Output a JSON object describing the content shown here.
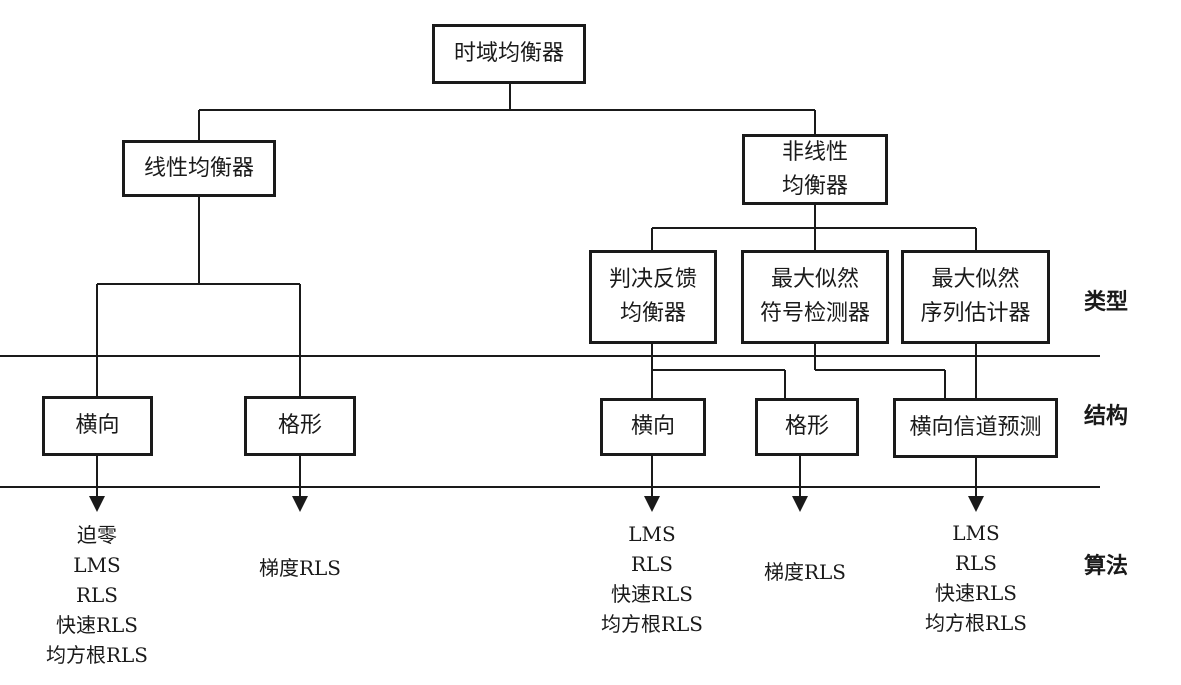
{
  "root": "时域均衡器",
  "linear": {
    "label": "线性均衡器",
    "structures": [
      "横向",
      "格形"
    ],
    "algorithms": [
      "迫零\nLMS\nRLS\n快速RLS\n均方根RLS",
      "梯度RLS"
    ]
  },
  "nonlinear": {
    "label": "非线性\n均衡器",
    "types": [
      "判决反馈\n均衡器",
      "最大似然\n符号检测器",
      "最大似然\n序列估计器"
    ],
    "structures": [
      "横向",
      "格形",
      "横向信道预测"
    ],
    "algorithms": [
      "LMS\nRLS\n快速RLS\n均方根RLS",
      "梯度RLS",
      "LMS\nRLS\n快速RLS\n均方根RLS"
    ]
  },
  "layers": {
    "type": "类型",
    "structure": "结构",
    "algorithm": "算法"
  }
}
